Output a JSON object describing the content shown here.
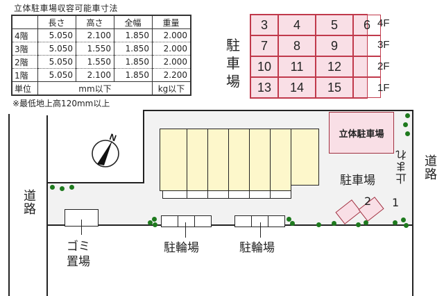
{
  "spec_table": {
    "title": "立体駐車場収容可能車寸法",
    "headers": [
      "",
      "長さ",
      "高さ",
      "全幅",
      "重量"
    ],
    "rows": [
      {
        "floor": "4階",
        "length": "5.050",
        "height": "2.100",
        "width": "1.850",
        "weight": "2.000"
      },
      {
        "floor": "3階",
        "length": "5.050",
        "height": "1.550",
        "width": "1.850",
        "weight": "2.000"
      },
      {
        "floor": "2階",
        "length": "5.050",
        "height": "1.550",
        "width": "1.850",
        "weight": "2.000"
      },
      {
        "floor": "1階",
        "length": "5.050",
        "height": "2.100",
        "width": "1.850",
        "weight": "2.200"
      }
    ],
    "unit_label": "単位",
    "unit_dimension": "mm以下",
    "unit_weight": "kg以下",
    "note": "※最低地上高120mm以上"
  },
  "parking_tower": {
    "label": "駐車場",
    "grid": [
      [
        "3",
        "4",
        "5",
        "6"
      ],
      [
        "7",
        "8",
        "9",
        ""
      ],
      [
        "10",
        "11",
        "12",
        ""
      ],
      [
        "13",
        "14",
        "15",
        ""
      ]
    ],
    "floors": [
      "4F",
      "3F",
      "2F",
      "1F"
    ],
    "colors": {
      "fill": "#f9dfe6",
      "border": "#c0394b"
    }
  },
  "site_plan": {
    "compass_label": "N",
    "road_left": "道路",
    "road_right": "道路",
    "tower_box_label": "立体駐車場",
    "parking_label": "駐車場",
    "stop_label": "止まれ",
    "slot_numbers": [
      "2",
      "1"
    ],
    "garbage_label_1": "ゴミ",
    "garbage_label_2": "置場",
    "bicycle_label_1": "駐輪場",
    "bicycle_label_2": "駐輪場",
    "building_units": 7,
    "colors": {
      "building": "#fdf7cb",
      "site": "#f2f2f2",
      "tree": "#1e7a1e"
    }
  }
}
